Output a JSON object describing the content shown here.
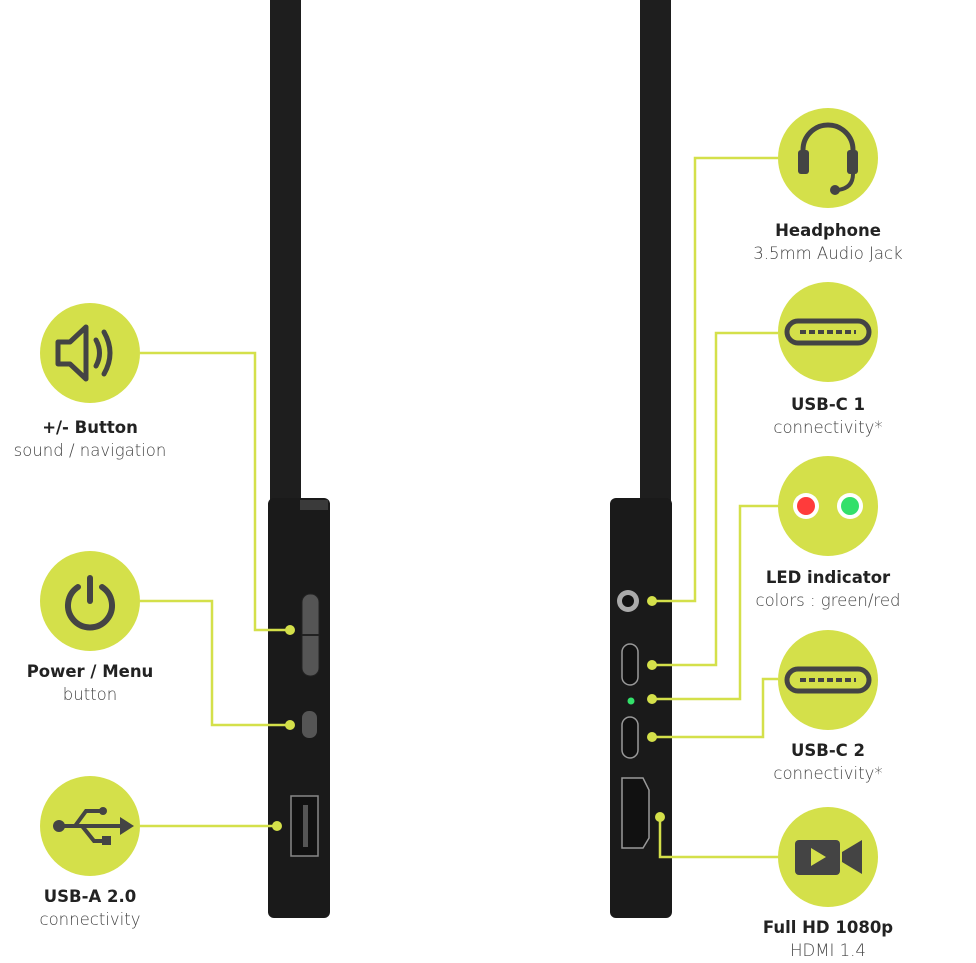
{
  "colors": {
    "accent": "#d4e04a",
    "device": "#1c1c1c",
    "led_red": "#ff3b3b",
    "led_green": "#33e06a"
  },
  "features_left": [
    {
      "icon": "speaker-icon",
      "title": "+/- Button",
      "subtitle": "sound / navigation"
    },
    {
      "icon": "power-icon",
      "title": "Power / Menu",
      "subtitle": "button"
    },
    {
      "icon": "usb-icon",
      "title": "USB-A 2.0",
      "subtitle": "connectivity"
    }
  ],
  "features_right": [
    {
      "icon": "headphone-icon",
      "title": "Headphone",
      "subtitle": "3.5mm Audio Jack"
    },
    {
      "icon": "usb-c-icon",
      "title": "USB-C 1",
      "subtitle": "connectivity*"
    },
    {
      "icon": "led-icon",
      "title": "LED indicator",
      "subtitle": "colors : green/red"
    },
    {
      "icon": "usb-c-icon",
      "title": "USB-C 2",
      "subtitle": "connectivity*"
    },
    {
      "icon": "video-camera-icon",
      "title": "Full HD 1080p",
      "subtitle": "HDMI 1.4"
    }
  ]
}
